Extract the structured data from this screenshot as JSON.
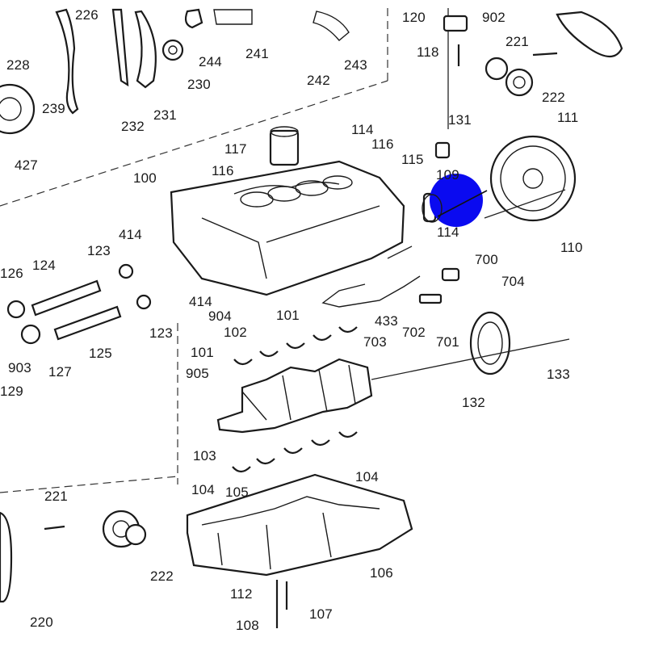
{
  "parts": {
    "p100": "100",
    "p101a": "101",
    "p101b": "101",
    "p102": "102",
    "p103": "103",
    "p104a": "104",
    "p104b": "104",
    "p105": "105",
    "p106": "106",
    "p107": "107",
    "p108": "108",
    "p109": "109",
    "p110": "110",
    "p111": "111",
    "p112": "112",
    "p114a": "114",
    "p114b": "114",
    "p115": "115",
    "p116a": "116",
    "p116b": "116",
    "p117": "117",
    "p118": "118",
    "p120": "120",
    "p123a": "123",
    "p123b": "123",
    "p124": "124",
    "p125": "125",
    "p126": "126",
    "p127": "127",
    "p129": "129",
    "p131": "131",
    "p132": "132",
    "p133": "133",
    "p220": "220",
    "p221a": "221",
    "p221b": "221",
    "p222a": "222",
    "p222b": "222",
    "p226": "226",
    "p228": "228",
    "p230": "230",
    "p231": "231",
    "p232": "232",
    "p239": "239",
    "p241": "241",
    "p242": "242",
    "p243": "243",
    "p244": "244",
    "p414a": "414",
    "p414b": "414",
    "p427": "427",
    "p433": "433",
    "p700": "700",
    "p701": "701",
    "p702": "702",
    "p703": "703",
    "p704": "704",
    "p902": "902",
    "p903": "903",
    "p904": "904",
    "p905": "905"
  },
  "highlight": {
    "color": "#0a0af0",
    "part": "p109"
  }
}
